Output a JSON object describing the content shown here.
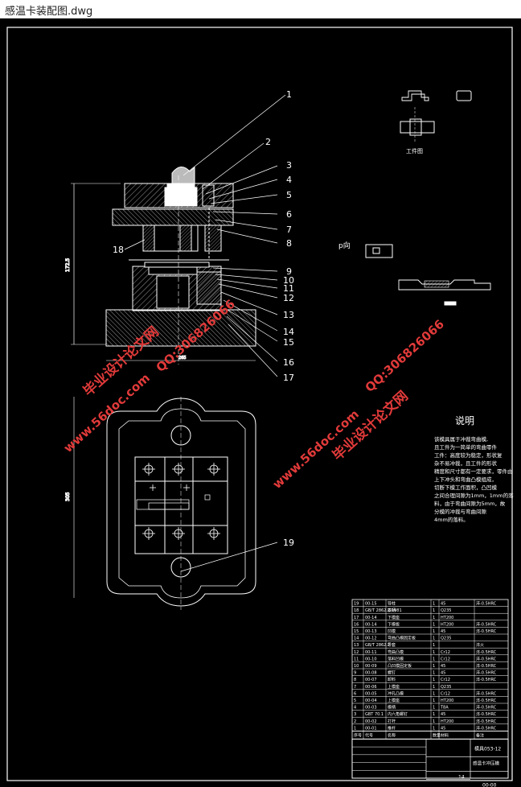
{
  "window": {
    "title": "感温卡装配图.dwg"
  },
  "drawing": {
    "part_callouts": [
      "1",
      "2",
      "3",
      "4",
      "5",
      "6",
      "7",
      "8",
      "9",
      "10",
      "11",
      "12",
      "13",
      "14",
      "15",
      "16",
      "17",
      "18",
      "19"
    ],
    "workpiece_label": "工件图",
    "view_label": "p向",
    "notes_title": "说明",
    "notes_lines": [
      "该模具属于冲裁弯曲模,",
      "且工件为一简单的弯曲零件",
      "工件：高度较为稳定，形状复",
      "杂不易冲裁，且工件的形状",
      "精度和尺寸都有一定要求，零件由",
      "上下冲头和弯曲凸模组成，",
      "切断下模工作面积，凸凹模",
      "之间合理间隙为1mm，1mm的落",
      "料，由于弯曲间隙为5mm，故",
      "分模的冲裁与弯曲间隙",
      "4mm的落料。"
    ],
    "watermarks": [
      "毕业设计论文网",
      "www.56doc.com",
      "QQ:306826066"
    ]
  },
  "bom": {
    "rows": [
      {
        "no": "19",
        "code": "00-15",
        "name": "导柱",
        "qty": "1",
        "material": "45",
        "note": "淬-0.5HRC"
      },
      {
        "no": "18",
        "code": "GB/T 2862.2-1981",
        "name": "模柄",
        "qty": "1",
        "material": "Q235",
        "note": ""
      },
      {
        "no": "17",
        "code": "00-14",
        "name": "下模座",
        "qty": "1",
        "material": "HT200",
        "note": ""
      },
      {
        "no": "16",
        "code": "00-14",
        "name": "下模板",
        "qty": "1",
        "material": "HT200",
        "note": "淬-0.5HRC"
      },
      {
        "no": "15",
        "code": "00-13",
        "name": "凹模",
        "qty": "1",
        "material": "45",
        "note": "淬-0.5HRC"
      },
      {
        "no": "14",
        "code": "00-12",
        "name": "弯曲凸模固定板",
        "qty": "1",
        "material": "Q235",
        "note": ""
      },
      {
        "no": "13",
        "code": "GB/T 2862.2",
        "name": "导套",
        "qty": "1",
        "material": "",
        "note": "淬火"
      },
      {
        "no": "12",
        "code": "00-11",
        "name": "弯曲凸模",
        "qty": "1",
        "material": "Cr12",
        "note": "淬-0.5HRC"
      },
      {
        "no": "11",
        "code": "00-10",
        "name": "落料凹模",
        "qty": "1",
        "material": "Cr12",
        "note": "淬-0.5HRC"
      },
      {
        "no": "10",
        "code": "00-09",
        "name": "凸凹模固定板",
        "qty": "1",
        "material": "45",
        "note": "淬-0.5HRC"
      },
      {
        "no": "9",
        "code": "00-08",
        "name": "螺钉",
        "qty": "1",
        "material": "45",
        "note": "淬-0.5HRC"
      },
      {
        "no": "8",
        "code": "00-07",
        "name": "卸料",
        "qty": "1",
        "material": "Cr12",
        "note": "淬-0.5HRC"
      },
      {
        "no": "7",
        "code": "00-06",
        "name": "上模座",
        "qty": "1",
        "material": "Q235",
        "note": ""
      },
      {
        "no": "6",
        "code": "00-05",
        "name": "冲孔凸模",
        "qty": "1",
        "material": "Cr12",
        "note": "淬-0.5HRC"
      },
      {
        "no": "5",
        "code": "00-04",
        "name": "上模座",
        "qty": "1",
        "material": "HT200",
        "note": "淬-0.5HRC"
      },
      {
        "no": "4",
        "code": "00-03",
        "name": "模柄",
        "qty": "1",
        "material": "T8A",
        "note": "淬-0.5HRC"
      },
      {
        "no": "3",
        "code": "GBT 70.1",
        "name": "内六角螺钉",
        "qty": "1",
        "material": "45",
        "note": "淬-0.5HRC"
      },
      {
        "no": "2",
        "code": "00-02",
        "name": "打杆",
        "qty": "1",
        "material": "HT200",
        "note": "淬-0.5HRC"
      },
      {
        "no": "1",
        "code": "00-01",
        "name": "推杆",
        "qty": "1",
        "material": "45",
        "note": "淬-0.5HRC"
      }
    ],
    "title_code": "模具053-12",
    "title_name": "感温卡冲压模",
    "drawing_no": "00-00",
    "sheet_count": "14",
    "header_labels": [
      "序号",
      "代号",
      "名称",
      "数量",
      "材料",
      "备注"
    ]
  }
}
